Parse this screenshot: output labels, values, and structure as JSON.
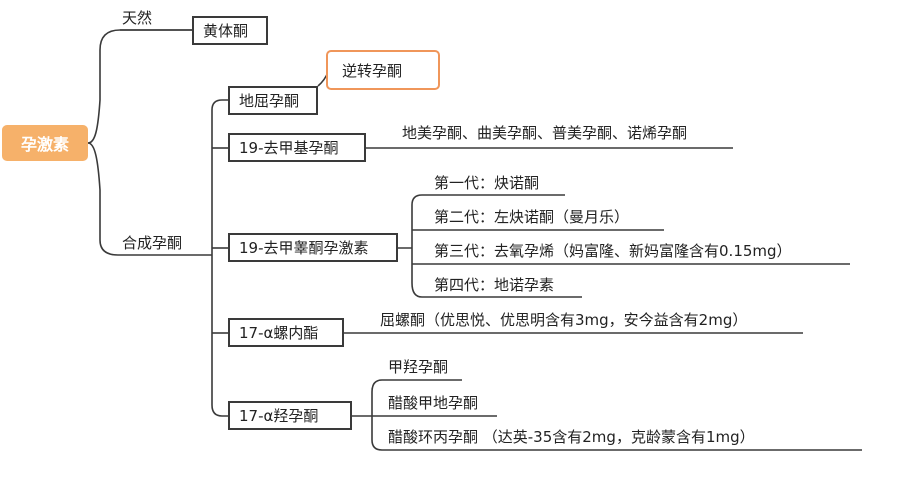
{
  "colors": {
    "root_fill": "#f6b16a",
    "callout_border": "#f0965a",
    "line": "#3a3a3a"
  },
  "root": {
    "label": "孕激素"
  },
  "natural": {
    "label": "天然",
    "items": [
      {
        "label": "黄体酮"
      }
    ]
  },
  "synthetic": {
    "label": "合成孕酮",
    "groups": [
      {
        "label": "地屈孕酮",
        "callout": "逆转孕酮"
      },
      {
        "label": "19-去甲基孕酮",
        "details": [
          "地美孕酮、曲美孕酮、普美孕酮、诺烯孕酮"
        ]
      },
      {
        "label": "19-去甲睾酮孕激素",
        "details": [
          "第一代：炔诺酮",
          "第二代：左炔诺酮（曼月乐）",
          "第三代：去氧孕烯（妈富隆、新妈富隆含有0.15mg）",
          "第四代：地诺孕素"
        ]
      },
      {
        "label": "17-α螺内酯",
        "details": [
          "屈螺酮（优思悦、优思明含有3mg，安今益含有2mg）"
        ]
      },
      {
        "label": "17-α羟孕酮",
        "details": [
          "甲羟孕酮",
          "醋酸甲地孕酮",
          "醋酸环丙孕酮 （达英-35含有2mg，克龄蒙含有1mg）"
        ]
      }
    ]
  }
}
